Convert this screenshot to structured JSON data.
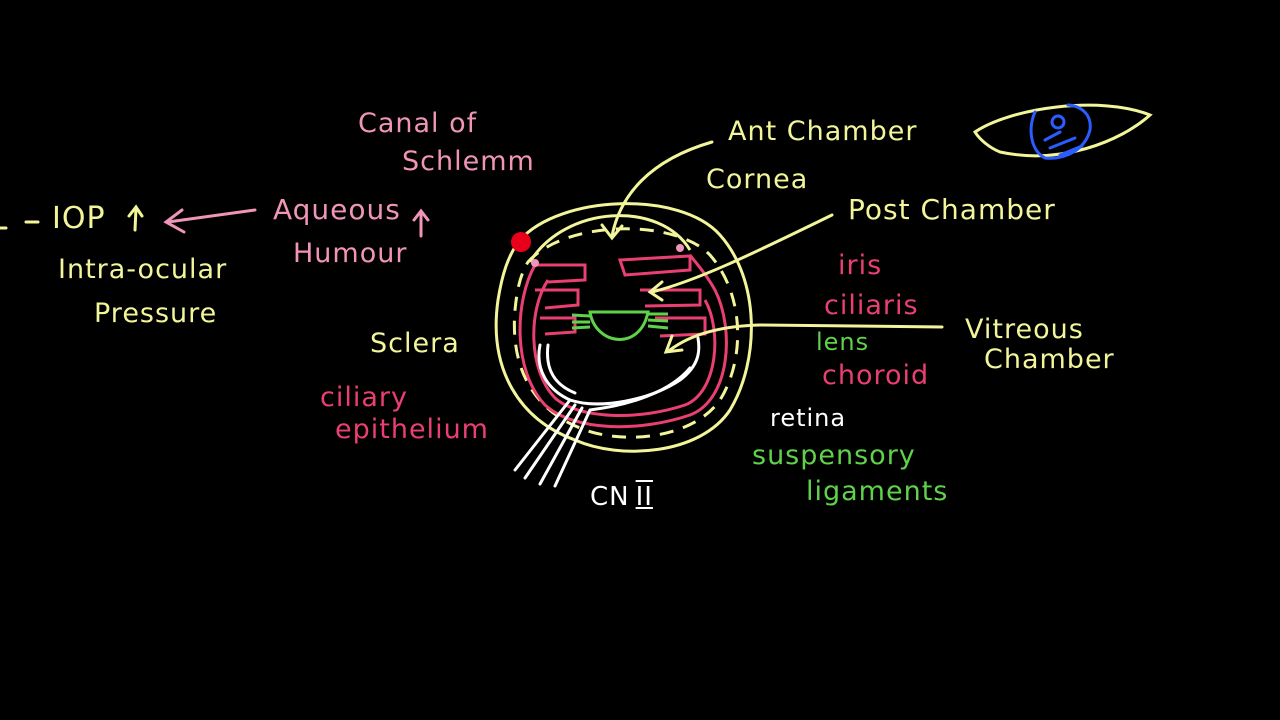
{
  "colors": {
    "background": "#000000",
    "yellow": "#f2f59a",
    "pink": "#f095b7",
    "red": "#ea3f72",
    "green": "#5fd24a",
    "white": "#ffffff",
    "blue": "#2a5cff",
    "canal_dot": "#e8001a"
  },
  "labels": {
    "iop": "IOP",
    "intra_ocular": "Intra-ocular",
    "pressure": "Pressure",
    "aqueous": "Aqueous",
    "humour": "Humour",
    "canal_of": "Canal of",
    "schlemm": "Schlemm",
    "ant_chamber": "Ant Chamber",
    "cornea": "Cornea",
    "post_chamber": "Post Chamber",
    "iris": "iris",
    "ciliaris": "ciliaris",
    "lens": "lens",
    "choroid": "choroid",
    "vitreous": "Vitreous",
    "chamber": "Chamber",
    "retina": "retina",
    "suspensory": "suspensory",
    "ligaments": "ligaments",
    "sclera": "Sclera",
    "ciliary": "ciliary",
    "epithelium": "epithelium",
    "cn": "CN",
    "cn_numeral": "II"
  }
}
